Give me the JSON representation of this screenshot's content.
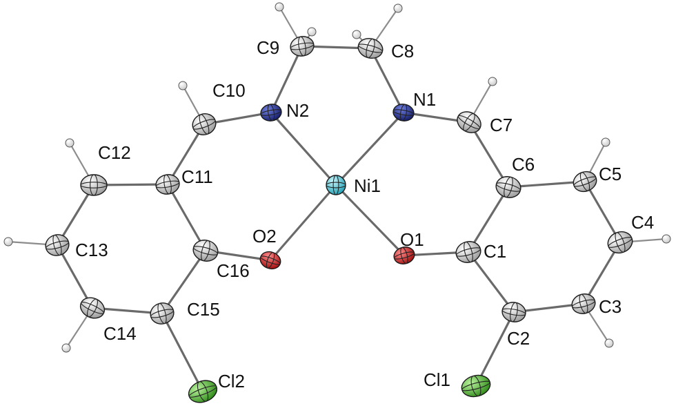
{
  "atoms": [
    {
      "id": "Ni1",
      "element": "Ni",
      "label": "Ni1",
      "color": "#5fd3e0"
    },
    {
      "id": "N1",
      "element": "N",
      "label": "N1",
      "color": "#23309a"
    },
    {
      "id": "N2",
      "element": "N",
      "label": "N2",
      "color": "#23309a"
    },
    {
      "id": "O1",
      "element": "O",
      "label": "O1",
      "color": "#e01b1b"
    },
    {
      "id": "O2",
      "element": "O",
      "label": "O2",
      "color": "#e01b1b"
    },
    {
      "id": "Cl1",
      "element": "Cl",
      "label": "Cl1",
      "color": "#5cc43a"
    },
    {
      "id": "Cl2",
      "element": "Cl",
      "label": "Cl2",
      "color": "#5cc43a"
    },
    {
      "id": "C1",
      "element": "C",
      "label": "C1",
      "color": "#d6d6d6"
    },
    {
      "id": "C2",
      "element": "C",
      "label": "C2",
      "color": "#d6d6d6"
    },
    {
      "id": "C3",
      "element": "C",
      "label": "C3",
      "color": "#d6d6d6"
    },
    {
      "id": "C4",
      "element": "C",
      "label": "C4",
      "color": "#d6d6d6"
    },
    {
      "id": "C5",
      "element": "C",
      "label": "C5",
      "color": "#d6d6d6"
    },
    {
      "id": "C6",
      "element": "C",
      "label": "C6",
      "color": "#d6d6d6"
    },
    {
      "id": "C7",
      "element": "C",
      "label": "C7",
      "color": "#d6d6d6"
    },
    {
      "id": "C8",
      "element": "C",
      "label": "C8",
      "color": "#d6d6d6"
    },
    {
      "id": "C9",
      "element": "C",
      "label": "C9",
      "color": "#d6d6d6"
    },
    {
      "id": "C10",
      "element": "C",
      "label": "C10",
      "color": "#d6d6d6"
    },
    {
      "id": "C11",
      "element": "C",
      "label": "C11",
      "color": "#d6d6d6"
    },
    {
      "id": "C12",
      "element": "C",
      "label": "C12",
      "color": "#d6d6d6"
    },
    {
      "id": "C13",
      "element": "C",
      "label": "C13",
      "color": "#d6d6d6"
    },
    {
      "id": "C14",
      "element": "C",
      "label": "C14",
      "color": "#d6d6d6"
    },
    {
      "id": "C15",
      "element": "C",
      "label": "C15",
      "color": "#d6d6d6"
    },
    {
      "id": "C16",
      "element": "C",
      "label": "C16",
      "color": "#d6d6d6"
    }
  ],
  "bonds": [
    [
      "Ni1",
      "N1"
    ],
    [
      "Ni1",
      "N2"
    ],
    [
      "Ni1",
      "O1"
    ],
    [
      "Ni1",
      "O2"
    ],
    [
      "N2",
      "C9"
    ],
    [
      "C9",
      "C8"
    ],
    [
      "C8",
      "N1"
    ],
    [
      "N1",
      "C7"
    ],
    [
      "C7",
      "C6"
    ],
    [
      "C6",
      "C1"
    ],
    [
      "C1",
      "O1"
    ],
    [
      "C1",
      "C2"
    ],
    [
      "C2",
      "C3"
    ],
    [
      "C3",
      "C4"
    ],
    [
      "C4",
      "C5"
    ],
    [
      "C5",
      "C6"
    ],
    [
      "C2",
      "Cl1"
    ],
    [
      "N2",
      "C10"
    ],
    [
      "C10",
      "C11"
    ],
    [
      "C11",
      "C16"
    ],
    [
      "C16",
      "O2"
    ],
    [
      "C16",
      "C15"
    ],
    [
      "C15",
      "C14"
    ],
    [
      "C14",
      "C13"
    ],
    [
      "C13",
      "C12"
    ],
    [
      "C12",
      "C11"
    ],
    [
      "C15",
      "Cl2"
    ]
  ],
  "hydrogen_bonds": [
    [
      "C9",
      "H9a"
    ],
    [
      "C9",
      "H9b"
    ],
    [
      "C8",
      "H8a"
    ],
    [
      "C8",
      "H8b"
    ],
    [
      "C7",
      "H7"
    ],
    [
      "C5",
      "H5"
    ],
    [
      "C4",
      "H4"
    ],
    [
      "C3",
      "H3"
    ],
    [
      "C10",
      "H10"
    ],
    [
      "C12",
      "H12"
    ],
    [
      "C13",
      "H13"
    ],
    [
      "C14",
      "H14"
    ]
  ],
  "hydrogen_color": "#ffffff",
  "bond_color": "#6a6a6a"
}
